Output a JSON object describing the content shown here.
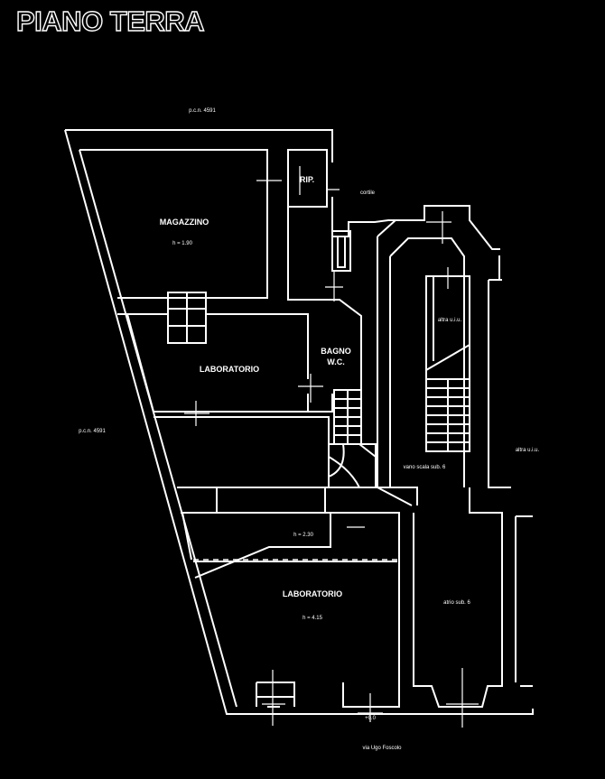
{
  "title": "PIANO TERRA",
  "labels": {
    "parcel_top": "p.c.n. 4591",
    "parcel_left": "p.c.n. 4591",
    "cortile": "cortile",
    "magazzino": "MAGAZZINO",
    "magazzino_h": "h = 1.90",
    "rip": "RIP.",
    "laboratorio_1": "LABORATORIO",
    "bagno": "BAGNO",
    "wc": "W.C.",
    "altra_1": "altra u.i.u.",
    "altra_2": "altra u.i.u.",
    "vano_scala": "vano scala sub. 6",
    "h_230": "h = 2.30",
    "laboratorio_2": "LABORATORIO",
    "laboratorio_2_h": "h = 4.15",
    "atrio": "atrio sub. 6",
    "street": "via Ugo Foscolo",
    "step": "+0.0"
  },
  "colors": {
    "background": "#000000",
    "lines": "#ffffff"
  }
}
